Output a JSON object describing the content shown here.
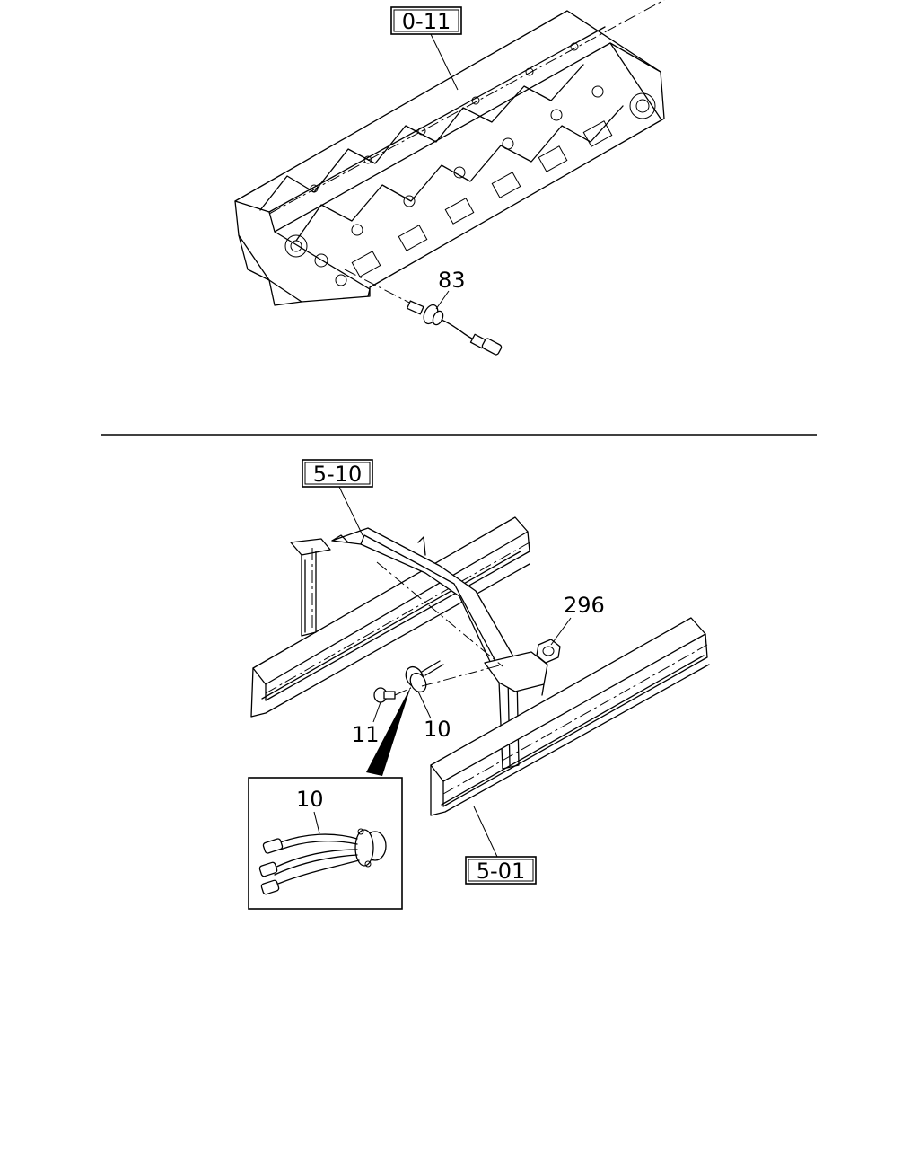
{
  "top_view": {
    "ref_box": "0-11",
    "callouts": [
      "83"
    ]
  },
  "bottom_view": {
    "ref_boxes": [
      "5-10",
      "5-01"
    ],
    "callouts": [
      "296",
      "11",
      "10"
    ],
    "detail": {
      "callout": "10"
    }
  }
}
